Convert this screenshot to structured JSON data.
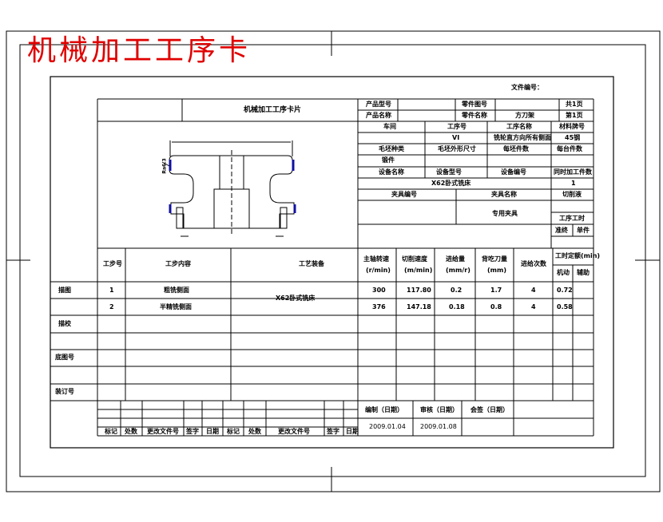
{
  "heading": "机械加工工序卡",
  "doc_no_label": "文件编号：",
  "card_title": "机械加工工序卡片",
  "header": {
    "product_model": "产品型号",
    "product_name": "产品名称",
    "part_drawing_no": "零件图号",
    "part_name": "零件名称",
    "part_name_value": "方刀架",
    "total_pages": "共1页",
    "page_no": "第1页"
  },
  "info": {
    "workshop": "车间",
    "op_no": "工序号",
    "op_no_value": "VI",
    "op_name": "工序名称",
    "op_name_value": "铣轮直方向所有侧面",
    "material_grade": "材料牌号",
    "material_value": "45钢",
    "blank_type": "毛坯种类",
    "blank_size": "毛坯外形尺寸",
    "blanks_per": "每坯件数",
    "pieces_per_unit": "每台件数",
    "blank_type_value": "锻件",
    "equip_name": "设备名称",
    "equip_model": "设备型号",
    "equip_no": "设备编号",
    "concurrent": "同时加工件数",
    "equip_name_value": "X62卧式铣床",
    "concurrent_value": "1",
    "fixture_no": "夹具编号",
    "fixture_name": "夹具名称",
    "coolant": "切削液",
    "fixture_name_value": "专用夹具",
    "op_hours": "工序工时",
    "prep": "准终",
    "unit": "单件"
  },
  "drawing_label": "Ra6.3",
  "steps_header": {
    "step_no": "工步号",
    "content": "工步内容",
    "equipment": "工艺装备",
    "speed": "主轴转速",
    "speed_unit": "(r/min)",
    "cut_speed": "切削速度",
    "cut_speed_unit": "(m/min)",
    "feed": "进给量",
    "feed_unit": "(mm/r)",
    "depth": "背吃刀量",
    "depth_unit": "(mm)",
    "passes": "进给次数",
    "hours": "工时定额(min)",
    "machine_time": "机动",
    "aux_time": "辅助"
  },
  "steps": [
    {
      "no": "1",
      "content": "粗铣侧面",
      "speed": "300",
      "cut_speed": "117.80",
      "feed": "0.2",
      "depth": "1.7",
      "passes": "4",
      "machine": "0.72"
    },
    {
      "no": "2",
      "content": "半精铣侧面",
      "speed": "376",
      "cut_speed": "147.18",
      "feed": "0.18",
      "depth": "0.8",
      "passes": "4",
      "machine": "0.58"
    }
  ],
  "step_equipment": "X62卧式铣床",
  "left_labels": {
    "drawing": "描图",
    "check": "描校",
    "base_no": "底图号",
    "binding_no": "装订号"
  },
  "signoff": {
    "compiled": "编制（日期）",
    "reviewed": "审核（日期）",
    "countersign": "会签（日期）",
    "compiled_date": "2009.01.04",
    "reviewed_date": "2009.01.08"
  },
  "footer": [
    "标记",
    "处数",
    "更改文件号",
    "签字",
    "日期",
    "标记",
    "处数",
    "更改文件号",
    "签字",
    "日期"
  ]
}
